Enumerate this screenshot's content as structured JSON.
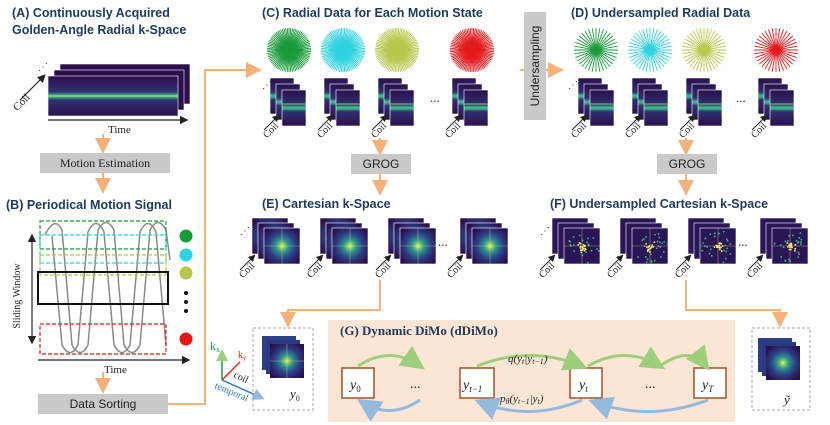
{
  "panels": {
    "A_line1": "(A) Continuously Acquired",
    "A_line2": "Golden-Angle Radial k-Space",
    "B": "(B) Periodical Motion Signal",
    "C": "(C) Radial Data for Each Motion State",
    "D": "(D) Undersampled Radial Data",
    "E": "(E) Cartesian k-Space",
    "F": "(F) Undersampled Cartesian k-Space",
    "G": "(G) Dynamic DiMo (dDiMo)"
  },
  "process_boxes": {
    "motion_estimation": "Motion Estimation",
    "data_sorting": "Data Sorting",
    "undersampling": "Undersampling",
    "grog_left": "GROG",
    "grog_right": "GROG"
  },
  "axis_labels": {
    "coil": "Coil",
    "time": "Time",
    "sliding_window": "Sliding Window",
    "ellipsis": "...",
    "temporal": "temporal"
  },
  "math_labels": {
    "kx": "k",
    "kx_sub": "x",
    "ky": "k",
    "ky_sub": "y",
    "coil_small": "coil",
    "y0_small": "y",
    "y0_sub": "0",
    "states": [
      {
        "base": "y",
        "sub": "0"
      },
      {
        "base": "y",
        "sub": "t−1"
      },
      {
        "base": "y",
        "sub": "t"
      },
      {
        "base": "y",
        "sub": "T"
      }
    ],
    "forward": "q(y_t | y_{t−1})",
    "reverse": "p_θ(y_{t−1} | y_t)",
    "ytilde": "ỹ"
  },
  "motion_state_colors": [
    "#1a9a3a",
    "#2fd2e0",
    "#b8c64a",
    "#e31a1c"
  ]
}
